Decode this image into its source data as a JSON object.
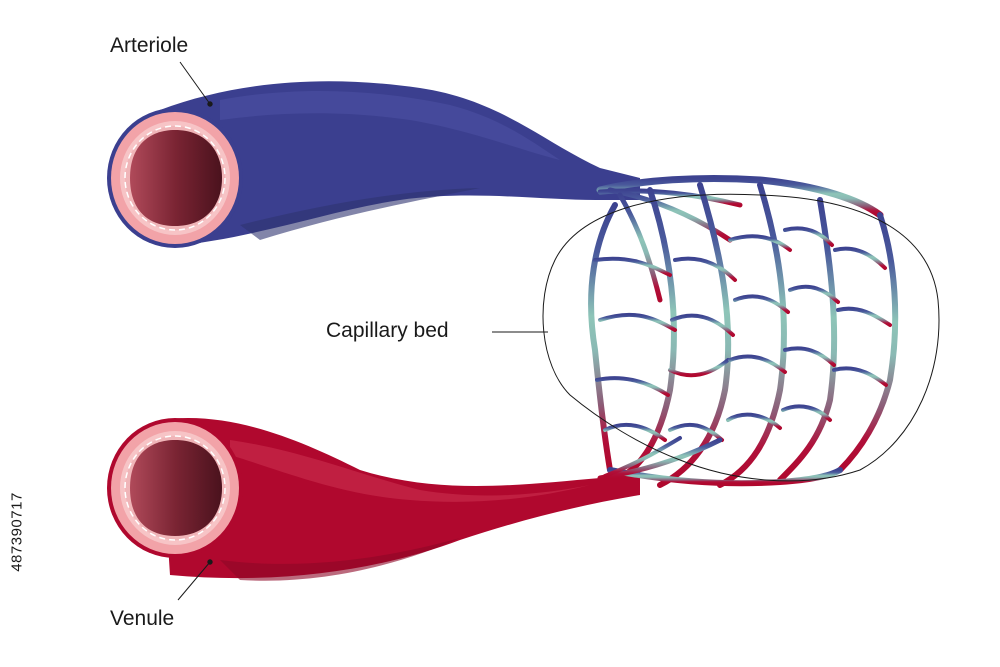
{
  "labels": {
    "arteriole": "Arteriole",
    "capillary_bed": "Capillary bed",
    "venule": "Venule"
  },
  "stock_id": "487390717",
  "colors": {
    "arteriole": "#3b3f8f",
    "venule": "#b0082e",
    "capillary_mid": "#8ebfb6",
    "lumen": "#8a2a3a",
    "vessel_wall": "#f2a3a8",
    "outline": "#1a1a1a"
  }
}
